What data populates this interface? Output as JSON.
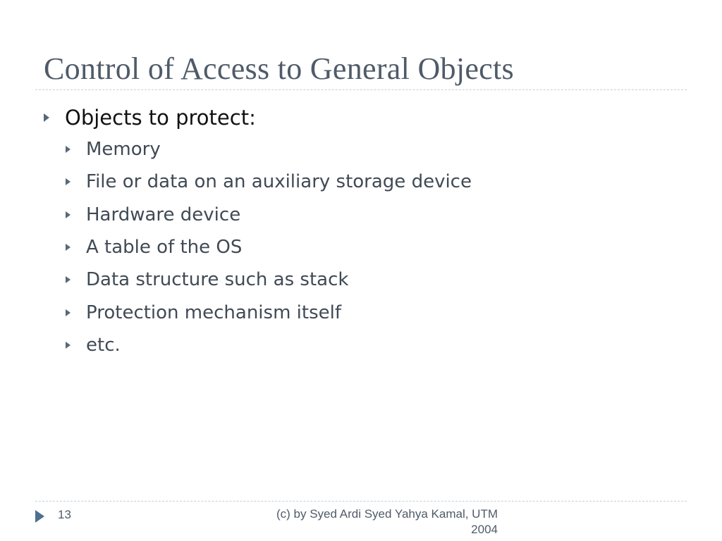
{
  "slide": {
    "title": "Control of Access to General Objects",
    "bullets": [
      {
        "text": "Objects to protect:",
        "subitems": [
          "Memory",
          "File or data on an auxiliary storage device",
          "Hardware device",
          "A table of the OS",
          "Data structure such as stack",
          "Protection mechanism itself",
          "etc."
        ]
      }
    ],
    "footer": {
      "page_number": "13",
      "credit_line1": "(c) by Syed Ardi Syed Yahya Kamal, UTM",
      "credit_line2": "2004"
    }
  },
  "colors": {
    "title": "#4f5b69",
    "body_level1": "#111111",
    "body_level2": "#404a55",
    "bullet_arrow": "#586878",
    "divider": "#c6cfd6",
    "footer_arrow": "#4f6f8f"
  }
}
